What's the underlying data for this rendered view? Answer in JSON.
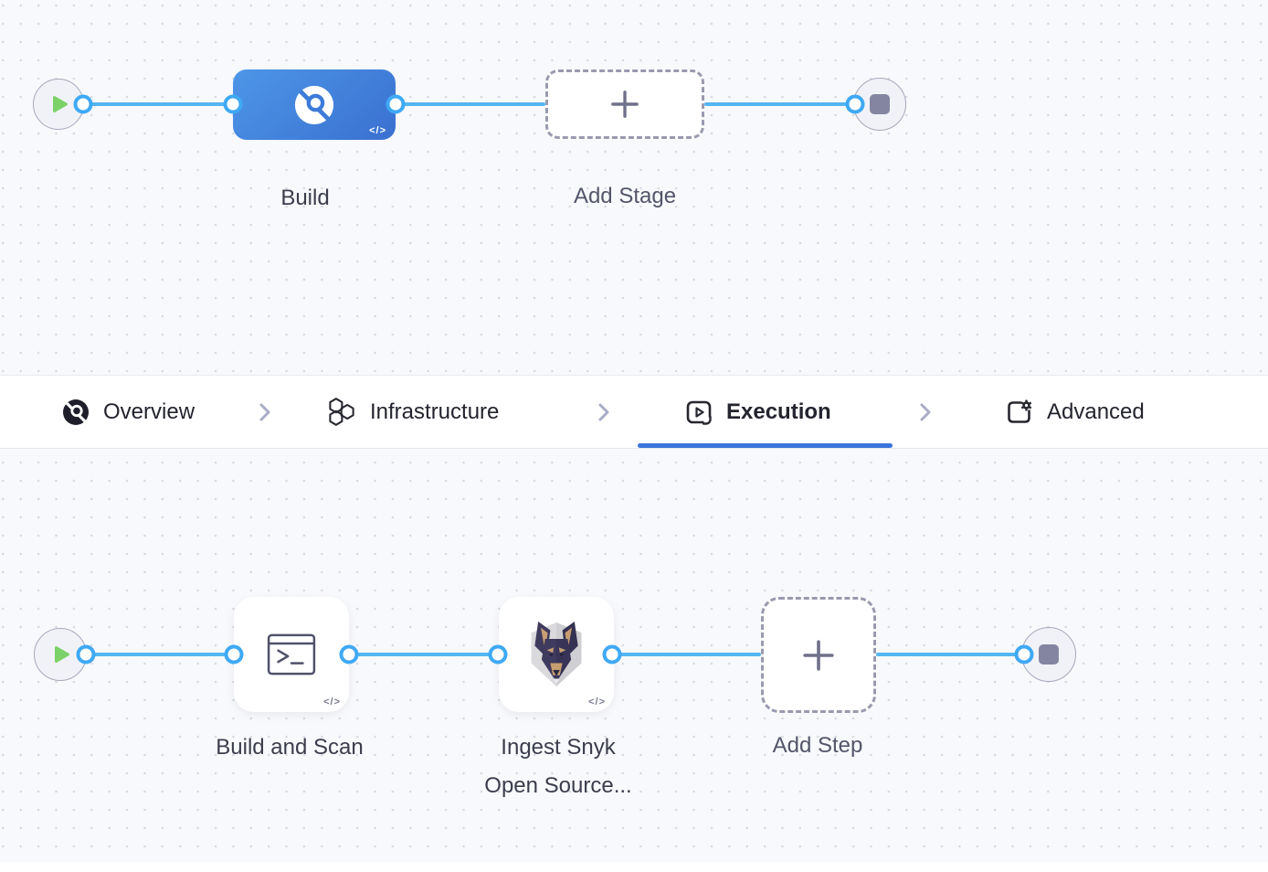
{
  "top_pipeline": {
    "stage_label": "Build",
    "add_stage_label": "Add Stage"
  },
  "badges": {
    "code": "</>"
  },
  "tab_bar": {
    "tabs": [
      {
        "label": "Overview",
        "icon": "overview-icon",
        "active": false
      },
      {
        "label": "Infrastructure",
        "icon": "infrastructure-icon",
        "active": false
      },
      {
        "label": "Execution",
        "icon": "execution-icon",
        "active": true
      },
      {
        "label": "Advanced",
        "icon": "advanced-icon",
        "active": false
      }
    ]
  },
  "bottom_pipeline": {
    "step1_label": "Build and Scan",
    "step2_label_line1": "Ingest Snyk",
    "step2_label_line2": "Open Source...",
    "add_step_label": "Add Step"
  },
  "colors": {
    "edge_blue": "#55B6F1",
    "port_ring_blue": "#3FA9F5",
    "stage_blue_start": "#4D96E8",
    "stage_blue_end": "#3A70D0",
    "active_tab_underline": "#3B74DB",
    "play_green": "#7CD268",
    "stop_slate": "#8486A1"
  }
}
